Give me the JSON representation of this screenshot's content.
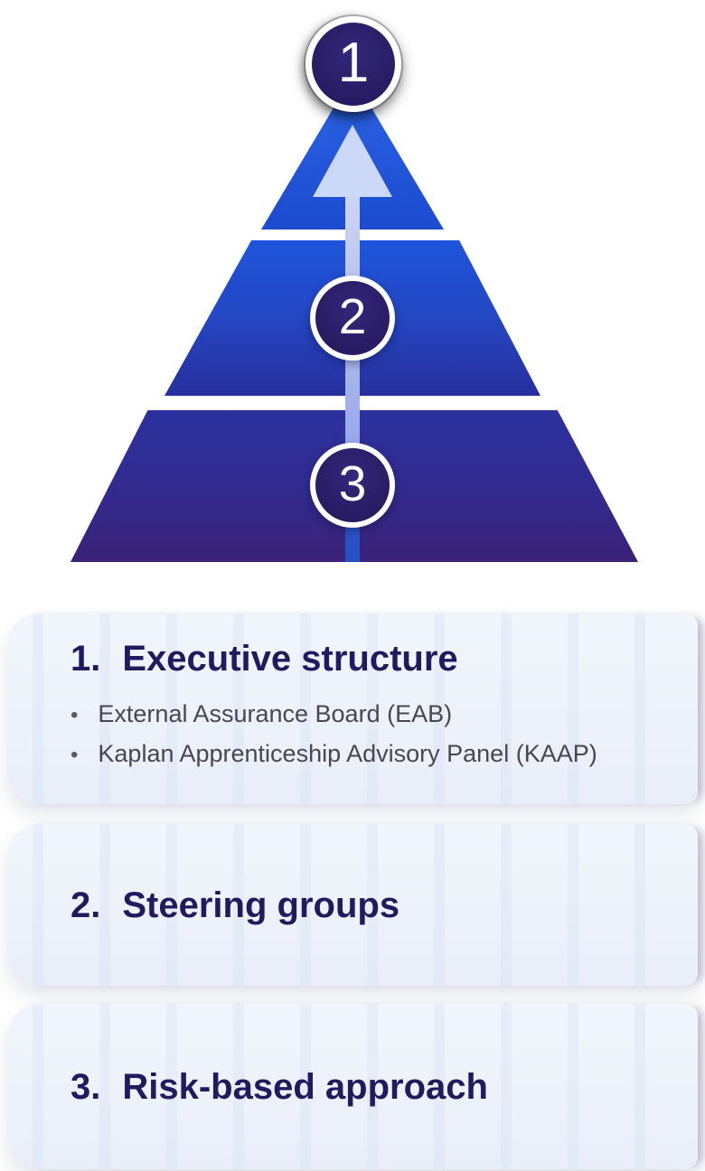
{
  "pyramid": {
    "levels": [
      {
        "number": "1"
      },
      {
        "number": "2"
      },
      {
        "number": "3"
      }
    ],
    "arrow_direction": "up",
    "colors": {
      "tier1_top": "#2f66e6",
      "tier1_bottom": "#1c4bce",
      "tier2_top": "#1e55dc",
      "tier2_bottom": "#272f9c",
      "tier3_top": "#2b319e",
      "tier3_bottom": "#3a2277",
      "badge_fill": "#281c64",
      "badge_ring": "#ffffff",
      "arrow": "#ccd8f7",
      "title_text": "#201a5e",
      "body_text": "#47474f",
      "card_background": "#edf2fa"
    }
  },
  "cards": [
    {
      "number": "1.",
      "title": "Executive structure",
      "bullets": [
        "External Assurance Board (EAB)",
        "Kaplan Apprenticeship Advisory Panel (KAAP)"
      ]
    },
    {
      "number": "2.",
      "title": "Steering groups",
      "bullets": []
    },
    {
      "number": "3.",
      "title": "Risk-based approach",
      "bullets": []
    }
  ],
  "ui": {
    "bullet_char": "•"
  }
}
